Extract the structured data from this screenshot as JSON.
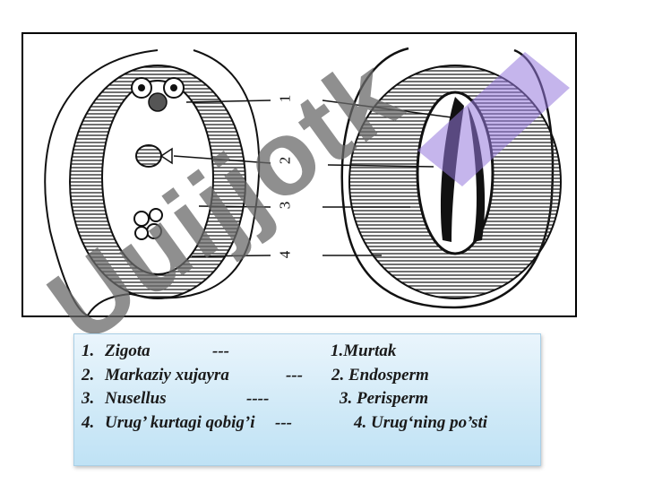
{
  "figure": {
    "callout_numbers": [
      "1",
      "2",
      "3",
      "4"
    ]
  },
  "legend": {
    "rows": [
      {
        "index": "1.",
        "left": "Zigota",
        "dash": "---",
        "right": "1.Murtak"
      },
      {
        "index": "2.",
        "left": "Markaziy xujayra",
        "dash": "---",
        "right": "2. Endosperm"
      },
      {
        "index": "3.",
        "left": "Nusellus",
        "dash": "----",
        "right": "3. Perisperm"
      },
      {
        "index": "4.",
        "left": "Urug’ kurtagi qobig’i",
        "dash": "---",
        "right": "4. Urug‘ning po’sti"
      }
    ]
  },
  "watermark": {
    "text": "Uuijjotk"
  },
  "colors": {
    "watermark_gray": "#696969",
    "watermark_purple": "#9b7fe0",
    "legend_bg": "#cfe9f7"
  }
}
